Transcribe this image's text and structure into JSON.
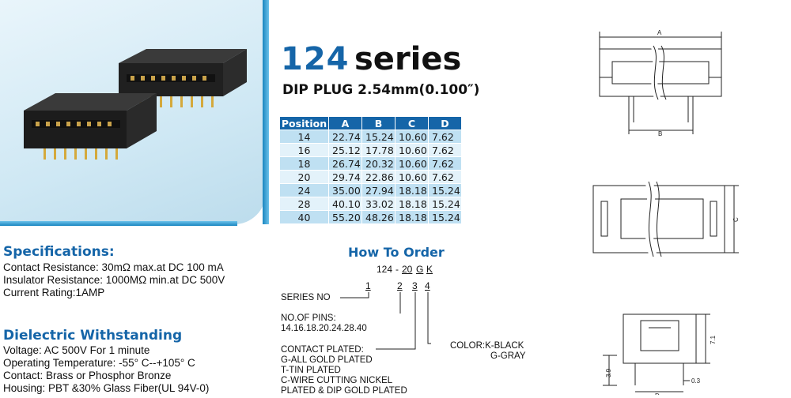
{
  "title": {
    "number": "124",
    "word": "series"
  },
  "subtitle": "DIP PLUG 2.54mm(0.100″)",
  "table": {
    "headers": [
      "Position",
      "A",
      "B",
      "C",
      "D"
    ],
    "rows": [
      [
        "14",
        "22.74",
        "15.24",
        "10.60",
        "7.62"
      ],
      [
        "16",
        "25.12",
        "17.78",
        "10.60",
        "7.62"
      ],
      [
        "18",
        "26.74",
        "20.32",
        "10.60",
        "7.62"
      ],
      [
        "20",
        "29.74",
        "22.86",
        "10.60",
        "7.62"
      ],
      [
        "24",
        "35.00",
        "27.94",
        "18.18",
        "15.24"
      ],
      [
        "28",
        "40.10",
        "33.02",
        "18.18",
        "15.24"
      ],
      [
        "40",
        "55.20",
        "48.26",
        "18.18",
        "15.24"
      ]
    ]
  },
  "specifications": {
    "heading": "Specifications:",
    "lines": [
      "Contact Resistance: 30mΩ max.at DC 100 mA",
      "Insulator Resistance: 1000MΩ min.at DC 500V",
      "Current Rating:1AMP"
    ]
  },
  "dielectric": {
    "heading": "Dielectric Withstanding",
    "lines": [
      "Voltage: AC 500V For 1 minute",
      "Operating Temperature: -55° C--+105° C",
      "Contact: Brass or Phosphor Bronze",
      "Housing: PBT &30% Glass Fiber(UL 94V-0)"
    ]
  },
  "how_to_order": {
    "heading": "How To Order",
    "code_parts": [
      "124",
      "-",
      "20",
      "G",
      "K"
    ],
    "digits": [
      "1",
      "2",
      "3",
      "4"
    ],
    "series_no": "SERIES NO",
    "pins_label": "NO.OF PINS:",
    "pins_values": "14.16.18.20.24.28.40",
    "plated_label": "CONTACT PLATED:",
    "plated_options": [
      "G-ALL GOLD PLATED",
      "T-TIN PLATED",
      "C-WIRE CUTTING NICKEL",
      "PLATED & DIP GOLD PLATED"
    ],
    "color_label": "COLOR:K-BLACK",
    "color_option": "G-GRAY"
  },
  "drawing": {
    "labels": {
      "a": "A",
      "b": "B",
      "c": "C",
      "d": "D",
      "h1": "7.1",
      "h2": "3.9",
      "t": "0.3"
    }
  }
}
